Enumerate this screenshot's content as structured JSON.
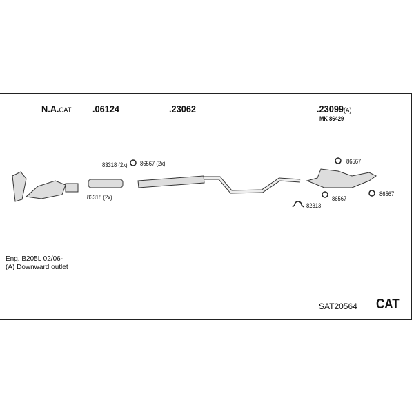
{
  "parts": {
    "cat": {
      "main": "N.A.",
      "suffix": "CAT"
    },
    "p1": ".06124",
    "p2": ".23062",
    "p3": {
      "main": ".23099",
      "suffix": "(A)"
    },
    "mk": "MK 86429"
  },
  "fittings": {
    "a": "83318 (2x)",
    "b": "86567 (2x)",
    "c": "83318 (2x)",
    "d": "86567",
    "e": "86567",
    "f": "86567",
    "g": "82313"
  },
  "notes": {
    "engine": "Eng. B205L   02/06-",
    "outlet": "(A) Downward outlet"
  },
  "code": "SAT20564",
  "badge": "CAT"
}
